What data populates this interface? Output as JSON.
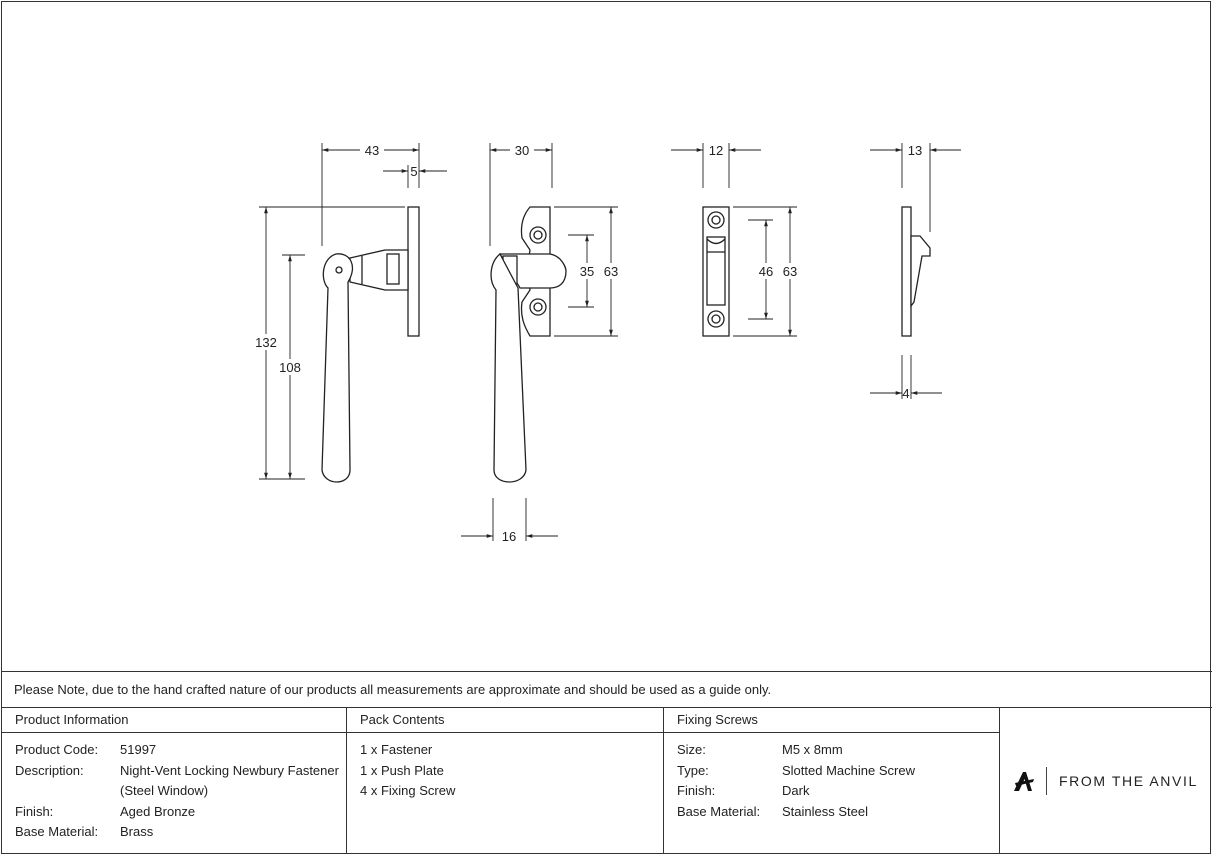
{
  "dimensions": {
    "fastener_front_width": "43",
    "fastener_front_plate": "5",
    "fastener_front_height": "132",
    "fastener_front_handle": "108",
    "fastener_side_width": "30",
    "fastener_side_screw_centres": "35",
    "fastener_side_plate_height": "63",
    "fastener_side_handle_width": "16",
    "push_plate_width": "12",
    "push_plate_screw_centres": "46",
    "push_plate_height": "63",
    "push_plate_side_depth": "13",
    "push_plate_side_thickness": "4"
  },
  "note": "Please Note, due to the hand crafted nature of our products all measurements are approximate and should be used as a guide only.",
  "product_information": {
    "heading": "Product Information",
    "rows": [
      {
        "label": "Product Code:",
        "value": "51997"
      },
      {
        "label": "Description:",
        "value": "Night-Vent Locking Newbury Fastener"
      },
      {
        "label": "",
        "value": "(Steel Window)"
      },
      {
        "label": "Finish:",
        "value": "Aged Bronze"
      },
      {
        "label": "Base Material:",
        "value": "Brass"
      }
    ]
  },
  "pack_contents": {
    "heading": "Pack Contents",
    "items": [
      "1 x Fastener",
      "1 x Push Plate",
      "4 x Fixing Screw"
    ]
  },
  "fixing_screws": {
    "heading": "Fixing Screws",
    "rows": [
      {
        "label": "Size:",
        "value": "M5 x 8mm"
      },
      {
        "label": "Type:",
        "value": "Slotted Machine Screw"
      },
      {
        "label": "Finish:",
        "value": "Dark"
      },
      {
        "label": "Base Material:",
        "value": "Stainless Steel"
      }
    ]
  },
  "brand": {
    "name": "FROM THE ANVIL",
    "logo_icon": "anvil-a-logo-icon"
  }
}
